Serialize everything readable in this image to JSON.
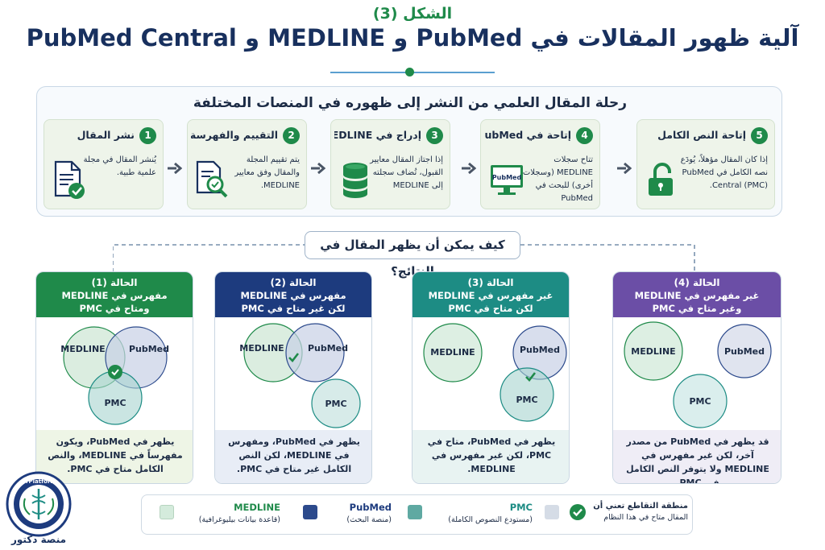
{
  "figure_label": "الشكل (3)",
  "title": "آلية ظهور المقالات في PubMed و MEDLINE و PubMed Central",
  "journey": {
    "title": "رحلة المقال العلمي من النشر إلى ظهوره في المنصات المختلفة",
    "steps": [
      {
        "num": "1",
        "title": "نشر المقال",
        "desc": "يُنشر المقال في مجلة علمية طبية.",
        "icon": "document-check-icon"
      },
      {
        "num": "2",
        "title": "التقييم والفهرسة",
        "desc": "يتم تقييم المجلة والمقال وفق معايير MEDLINE.",
        "icon": "document-search-icon"
      },
      {
        "num": "3",
        "title": "إدراج في MEDLINE",
        "desc": "إذا اجتاز المقال معايير القبول، تُضاف سجلته إلى MEDLINE",
        "icon": "database-icon"
      },
      {
        "num": "4",
        "title": "إتاحة في PubMed",
        "desc": "تتاح سجلات MEDLINE (وسجلات أخرى) للبحث في PubMed",
        "icon": "pubmed-monitor-icon",
        "icon_text": "PubMed"
      },
      {
        "num": "5",
        "title": "إتاحة النص الكامل",
        "desc": "إذا كان المقال مؤهلاً، يُودَع نصه الكامل في PubMed Central (PMC).",
        "icon": "unlock-icon"
      }
    ]
  },
  "question": "كيف يمكن أن يظهر المقال في النتائج؟",
  "venn_labels": {
    "medline": "MEDLINE",
    "pubmed": "PubMed",
    "pmc": "PMC"
  },
  "cases": [
    {
      "head1": "الحالة (1)",
      "head2": "مفهرس في MEDLINE",
      "head3": "ومتاح في PMC",
      "color": "#1f8a4a",
      "foot_bg": "#eef5e6",
      "foot": "يظهر في PubMed، ويكون مفهرساً في MEDLINE، والنص الكامل متاح في PMC."
    },
    {
      "head1": "الحالة (2)",
      "head2": "مفهرس في MEDLINE",
      "head3": "لكن غير متاح في PMC",
      "color": "#1d3b7e",
      "foot_bg": "#e8edf6",
      "foot": "يظهر في PubMed، ومفهرس في MEDLINE، لكن النص الكامل غير متاح في PMC."
    },
    {
      "head1": "الحالة (3)",
      "head2": "غير مفهرس في MEDLINE",
      "head3": "لكن متاح في PMC",
      "color": "#1d8c84",
      "foot_bg": "#e8f3f2",
      "foot": "يظهر في PubMed، متاح في PMC، لكن غير مفهرس في MEDLINE."
    },
    {
      "head1": "الحالة (4)",
      "head2": "غير مفهرس في MEDLINE",
      "head3": "وغير متاح في PMC",
      "color": "#6b4ea6",
      "foot_bg": "#efedf6",
      "foot": "قد يظهر في PubMed من مصدر آخر، لكن غير مفهرس في MEDLINE ولا يتوفر النص الكامل في PMC."
    }
  ],
  "legend": [
    {
      "name": "MEDLINE",
      "sub": "(قاعدة بيانات بيليوغرافية)",
      "color": "#d4ebdc",
      "name_color": "#1f8a4a"
    },
    {
      "name": "PubMed",
      "sub": "(منصة البحث)",
      "color": "#2c4a8c",
      "name_color": "#1d3b7e"
    },
    {
      "name": "PMC",
      "sub": "(مستودع النصوص الكاملة)",
      "color": "#5fa9a2",
      "name_color": "#1d8c84"
    },
    {
      "name": "منطقة التقاطع تعني أن",
      "sub": "المقال متاح في هذا النظام",
      "color": "#d5dce6",
      "name_color": "#1c2b45"
    }
  ],
  "logo": {
    "ring_text": "DrPlatform",
    "caption": "منصة دكتور"
  },
  "colors": {
    "green": "#1f8a4a",
    "navy": "#18305e",
    "teal": "#1d8c84",
    "purple": "#6b4ea6"
  }
}
